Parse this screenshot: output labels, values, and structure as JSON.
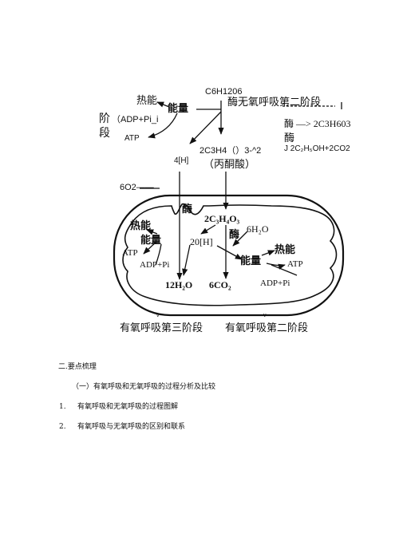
{
  "anaerobic": {
    "glucose": "C6H1206",
    "stage2_title": "酶无氧呼吸第二阶段",
    "heat": "热能",
    "energy": "能量",
    "stage_label_1": "阶",
    "stage_label_2": "段",
    "adp_pi": "（ADP+Pi_i",
    "atp": "ATP",
    "pyruvate_formula": "2C3H4（）3-^2",
    "h4": "4[H]",
    "pyruvate_name": "（丙酮酸）",
    "enzyme_1": "酶 —> 2C3H603",
    "enzyme_2": "酶",
    "ethanol_route": "J 2C₂H₅OH+2CO2"
  },
  "aerobic": {
    "oxygen": "6O2——",
    "enzyme": "酶",
    "pyruvate": "2C₃H₄O₃",
    "enzyme_2": "酶",
    "water_in": "6H₂O",
    "heat_left": "热能",
    "energy_left": "能量",
    "h20": "20[H]",
    "atp_left": "ATP",
    "adp_pi_left": "ADP+Pi",
    "water_out": "12H₂O",
    "co2": "6CO₂",
    "energy_right": "能量",
    "heat_right": "热能",
    "atp_right": "ATP",
    "adp_pi_right": "ADP+Pi",
    "v_mark_left": "v",
    "v_mark_right": "v",
    "stage3": "有氧呼吸第三阶段",
    "stage2": "有氧呼吸第二阶段"
  },
  "text": {
    "section": "二.要点梳理",
    "subsection": "（一）有氧呼吸和无氧呼吸的过程分析及比较",
    "item1_num": "1.",
    "item1": "有氧呼吸和无氧呼吸的过程图解",
    "item2_num": "2.",
    "item2": "有氧呼吸与无氧呼吸的区别和联系"
  }
}
